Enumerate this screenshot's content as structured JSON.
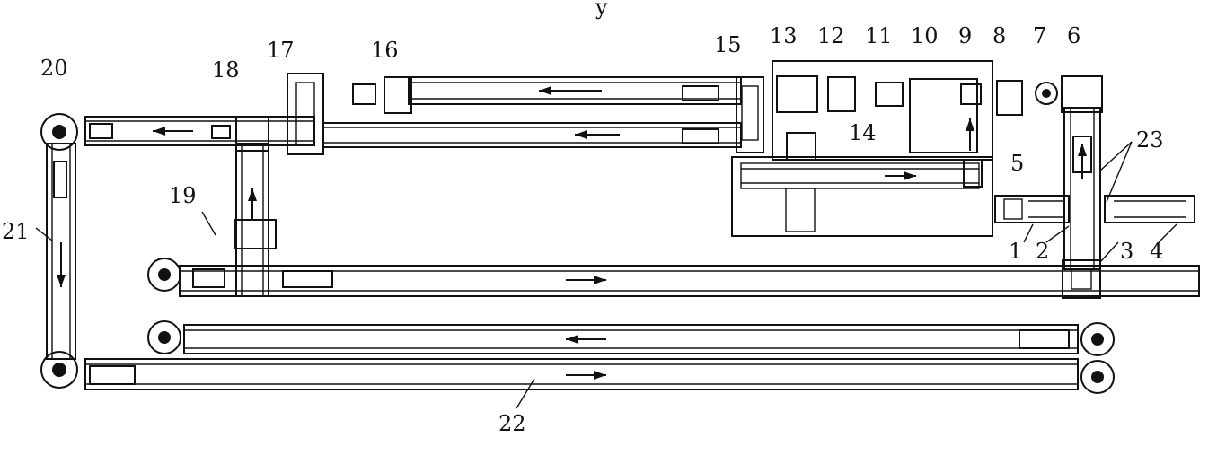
{
  "diagram": {
    "title_fragment": "y",
    "labels": {
      "l1": "1",
      "l2": "2",
      "l3": "3",
      "l4": "4",
      "l5": "5",
      "l6": "6",
      "l7": "7",
      "l8": "8",
      "l9": "9",
      "l10": "10",
      "l11": "11",
      "l12": "12",
      "l13": "13",
      "l14": "14",
      "l15": "15",
      "l16": "16",
      "l17": "17",
      "l18": "18",
      "l19": "19",
      "l20": "20",
      "l21": "21",
      "l22": "22",
      "l23": "23"
    }
  }
}
